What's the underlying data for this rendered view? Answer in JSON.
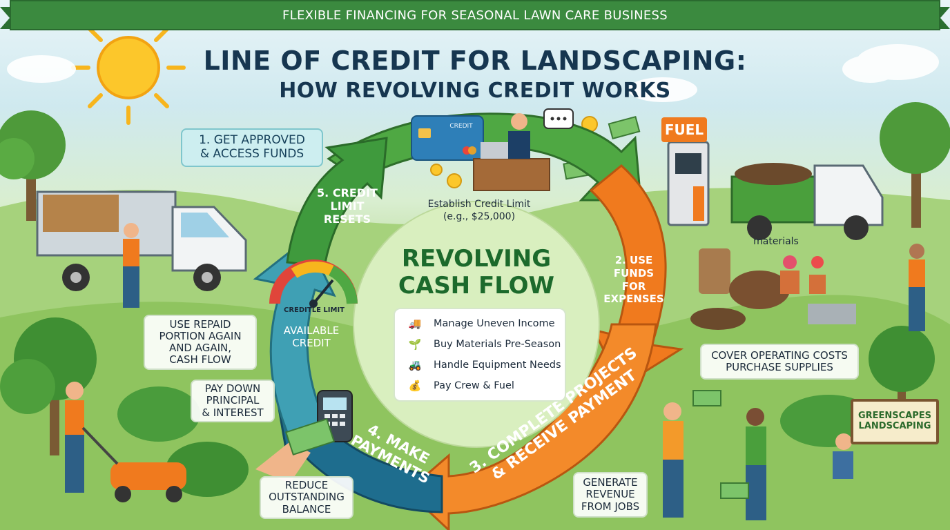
{
  "banner": "FLEXIBLE FINANCING FOR SEASONAL LAWN CARE BUSINESS",
  "title_line1": "LINE OF CREDIT FOR LANDSCAPING:",
  "title_line2": "HOW REVOLVING CREDIT WORKS",
  "center": {
    "title": "REVOLVING\nCASH FLOW",
    "items": [
      {
        "icon": "truck-icon",
        "label": "Manage Uneven Income"
      },
      {
        "icon": "seedling-icon",
        "label": "Buy Materials Pre-Season"
      },
      {
        "icon": "tractor-icon",
        "label": "Handle Equipment Needs"
      },
      {
        "icon": "money-bag-icon",
        "label": "Pay Crew & Fuel"
      }
    ]
  },
  "steps": {
    "s1": "1. GET APPROVED\n& ACCESS FUNDS",
    "s2": "2. USE\nFUNDS\nFOR\nEXPENSES",
    "s3": "3. COMPLETE PROJECTS\n& RECEIVE PAYMENT",
    "s4": "4. MAKE\nPAYMENTS",
    "s5": "5. CREDIT\nLIMIT\nRESETS"
  },
  "card_text": "CREDIT",
  "establish": "Establish Credit Limit\n(e.g., $25,000)",
  "gauge": {
    "label": "CREDITLE LIMIT",
    "available": "AVAILABLE\nCREDIT",
    "level": 0.8
  },
  "callouts": {
    "reuse": "USE REPAID\nPORTION AGAIN\nAND AGAIN,\nCASH FLOW",
    "paydown": "PAY DOWN\nPRINCIPAL\n& INTEREST",
    "reduce": "REDUCE\nOUTSTANDING\nBALANCE",
    "revenue": "GENERATE\nREVENUE\nFROM JOBS",
    "operating": "COVER OPERATING COSTS\nPURCHASE SUPPLIES",
    "materials": "materials"
  },
  "fuel_sign": "FUEL",
  "business_sign": "GREENSCAPES\nLANDSCAPING",
  "colors": {
    "green_arrow": "#4fa843",
    "orange_arrow": "#f07a1e",
    "blue_arrow": "#1e6d8e",
    "teal_arrow": "#3fa0b4",
    "title_navy": "#163650",
    "center_green": "#1c6a2c",
    "banner_green": "#3b8a3f"
  }
}
